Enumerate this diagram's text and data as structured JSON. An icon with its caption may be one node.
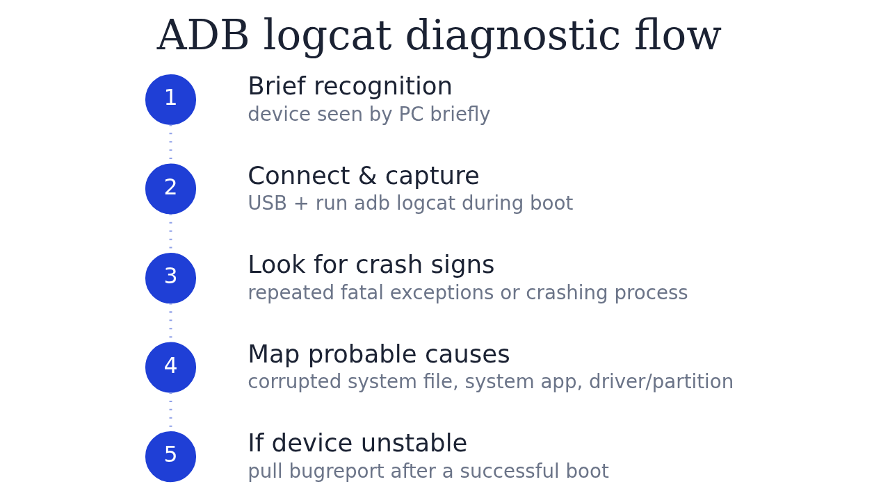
{
  "diagram": {
    "title": "ADB logcat diagnostic flow",
    "nodes": [
      {
        "text": [
          "1"
        ],
        "beside": [
          "Brief recognition",
          "device seen by PC briefly"
        ]
      },
      {
        "text": [
          "2"
        ],
        "beside": [
          "Connect & capture",
          "USB + run adb logcat during boot"
        ]
      },
      {
        "text": [
          "3"
        ],
        "beside": [
          "Look for crash signs",
          "repeated fatal exceptions or crashing process"
        ]
      },
      {
        "text": [
          "4"
        ],
        "beside": [
          "Map probable causes",
          "corrupted system file, system app, driver/partition"
        ]
      },
      {
        "text": [
          "5"
        ],
        "beside": [
          "If device unstable",
          "pull bugreport after a successful boot"
        ]
      }
    ],
    "edges": [
      {
        "from": 0,
        "to": 1,
        "arrow": "none",
        "style": "dashed"
      },
      {
        "from": 1,
        "to": 2,
        "arrow": "none",
        "style": "dashed"
      },
      {
        "from": 2,
        "to": 3,
        "arrow": "none",
        "style": "dashed"
      },
      {
        "from": 3,
        "to": 4,
        "arrow": "none",
        "style": "dashed"
      }
    ]
  }
}
